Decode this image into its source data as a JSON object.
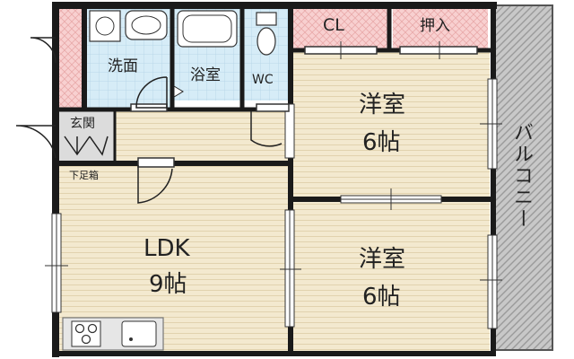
{
  "rooms": {
    "senmen": "洗面",
    "yokushitsu": "浴室",
    "wc": "WC",
    "closet": "CL",
    "oshiire": "押入",
    "genkan": "玄関",
    "getabako": "下足箱",
    "ldk": {
      "name": "LDK",
      "size": "9帖"
    },
    "room_upper": {
      "name": "洋室",
      "size": "6帖"
    },
    "room_lower": {
      "name": "洋室",
      "size": "6帖"
    },
    "balcony": "バルコニー"
  },
  "colors": {
    "wall": "#1a1a1a",
    "wood_floor": "#f3e9cf",
    "wood_line": "#e1d2ae",
    "wet_area": "#cfe6f3",
    "storage": "#f7c9c9",
    "genkan": "#d9d9d9",
    "balcony": "#bdbdbd"
  }
}
